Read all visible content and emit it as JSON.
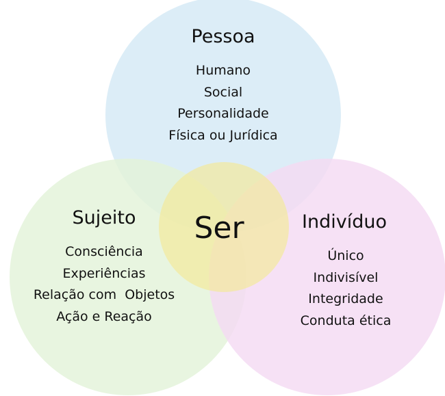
{
  "diagram": {
    "center": {
      "label": "Ser",
      "color": "#f3ea9c"
    },
    "sets": [
      {
        "title": "Pessoa",
        "items": [
          "Humano",
          "Social",
          "Personalidade",
          "Física ou Jurídica"
        ],
        "color": "#d6eaf6"
      },
      {
        "title": "Sujeito",
        "items": [
          "Consciência",
          "Experiências",
          "Relação com  Objetos",
          "Ação e Reação"
        ],
        "color": "#e4f3db"
      },
      {
        "title": "Indivíduo",
        "items": [
          "Único",
          "Indivisível",
          "Integridade",
          "Conduta ética"
        ],
        "color": "#f4dcf3"
      }
    ]
  }
}
